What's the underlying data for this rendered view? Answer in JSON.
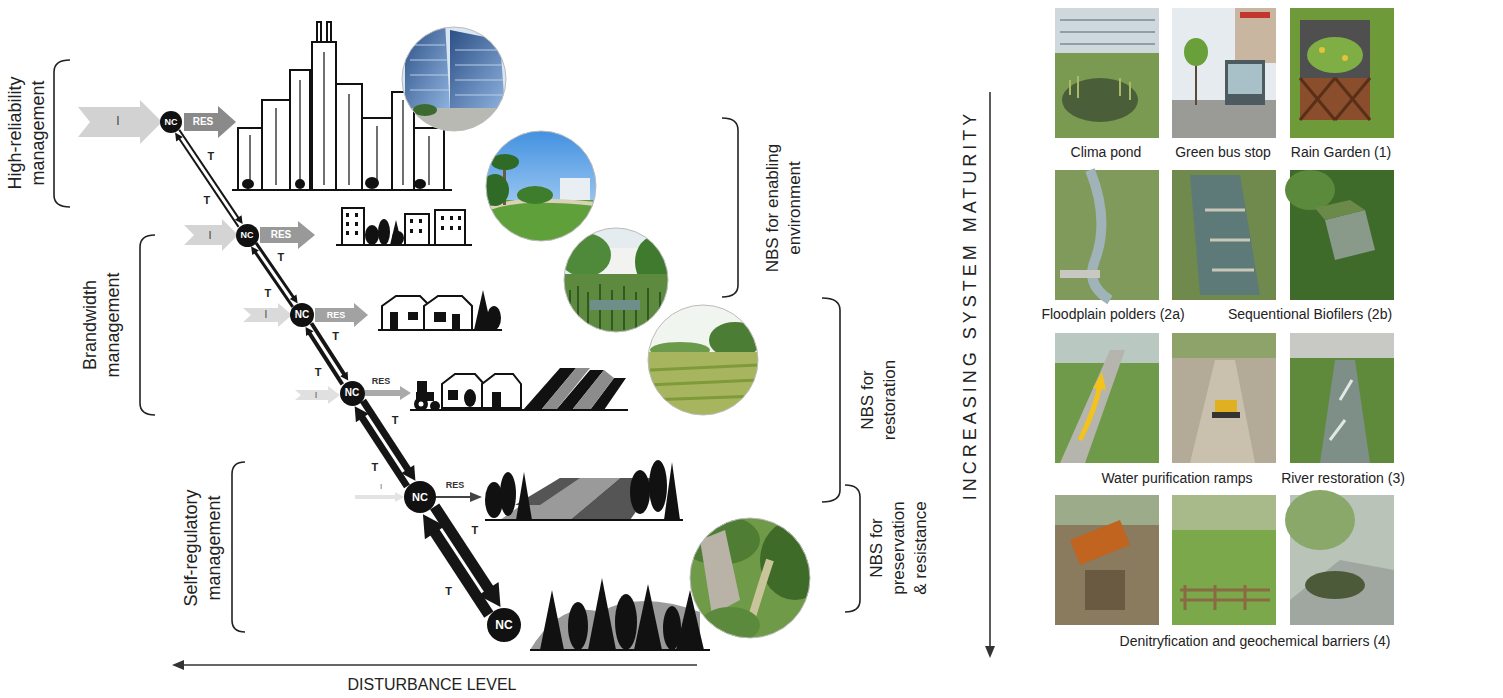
{
  "diagram": {
    "nodes": [
      {
        "text": [
          "NC"
        ]
      },
      {
        "text": [
          "NC"
        ]
      },
      {
        "text": [
          "NC"
        ]
      },
      {
        "text": [
          "NC"
        ]
      },
      {
        "text": [
          "NC"
        ]
      },
      {
        "text": [
          "NC"
        ]
      }
    ],
    "edges": [
      {
        "from": 0,
        "to": 1,
        "arrow": "to",
        "label": "T"
      },
      {
        "from": 1,
        "to": 0,
        "arrow": "to",
        "label": "T"
      },
      {
        "from": 1,
        "to": 2,
        "arrow": "to",
        "label": "T"
      },
      {
        "from": 2,
        "to": 1,
        "arrow": "to",
        "label": "T"
      },
      {
        "from": 2,
        "to": 3,
        "arrow": "to",
        "label": "T"
      },
      {
        "from": 3,
        "to": 2,
        "arrow": "to",
        "label": "T"
      },
      {
        "from": 3,
        "to": 4,
        "arrow": "to",
        "label": "T"
      },
      {
        "from": 4,
        "to": 3,
        "arrow": "to",
        "label": "T"
      },
      {
        "from": 4,
        "to": 5,
        "arrow": "to",
        "label": "T"
      },
      {
        "from": 5,
        "to": 4,
        "arrow": "to",
        "label": "T"
      }
    ],
    "labels": [
      "High-reliability management",
      "Brandwidth management",
      "Self-regulatory management",
      "I",
      "RES",
      "I",
      "RES",
      "I",
      "RES",
      "I",
      "RES",
      "I",
      "RES",
      "NBS for enabling environment",
      "NBS for restoration",
      "NBS for preservation & resistance",
      "DISTURBANCE LEVEL",
      "INCREASING SYSTEM MATURITY",
      "Clima pond",
      "Green bus stop",
      "Rain Garden (1)",
      "Floodplain polders (2a)",
      "Sequentional Biofilers (2b)",
      "Water purification ramps",
      "River restoration (3)",
      "Denitryfication and geochemical barriers (4)"
    ]
  }
}
